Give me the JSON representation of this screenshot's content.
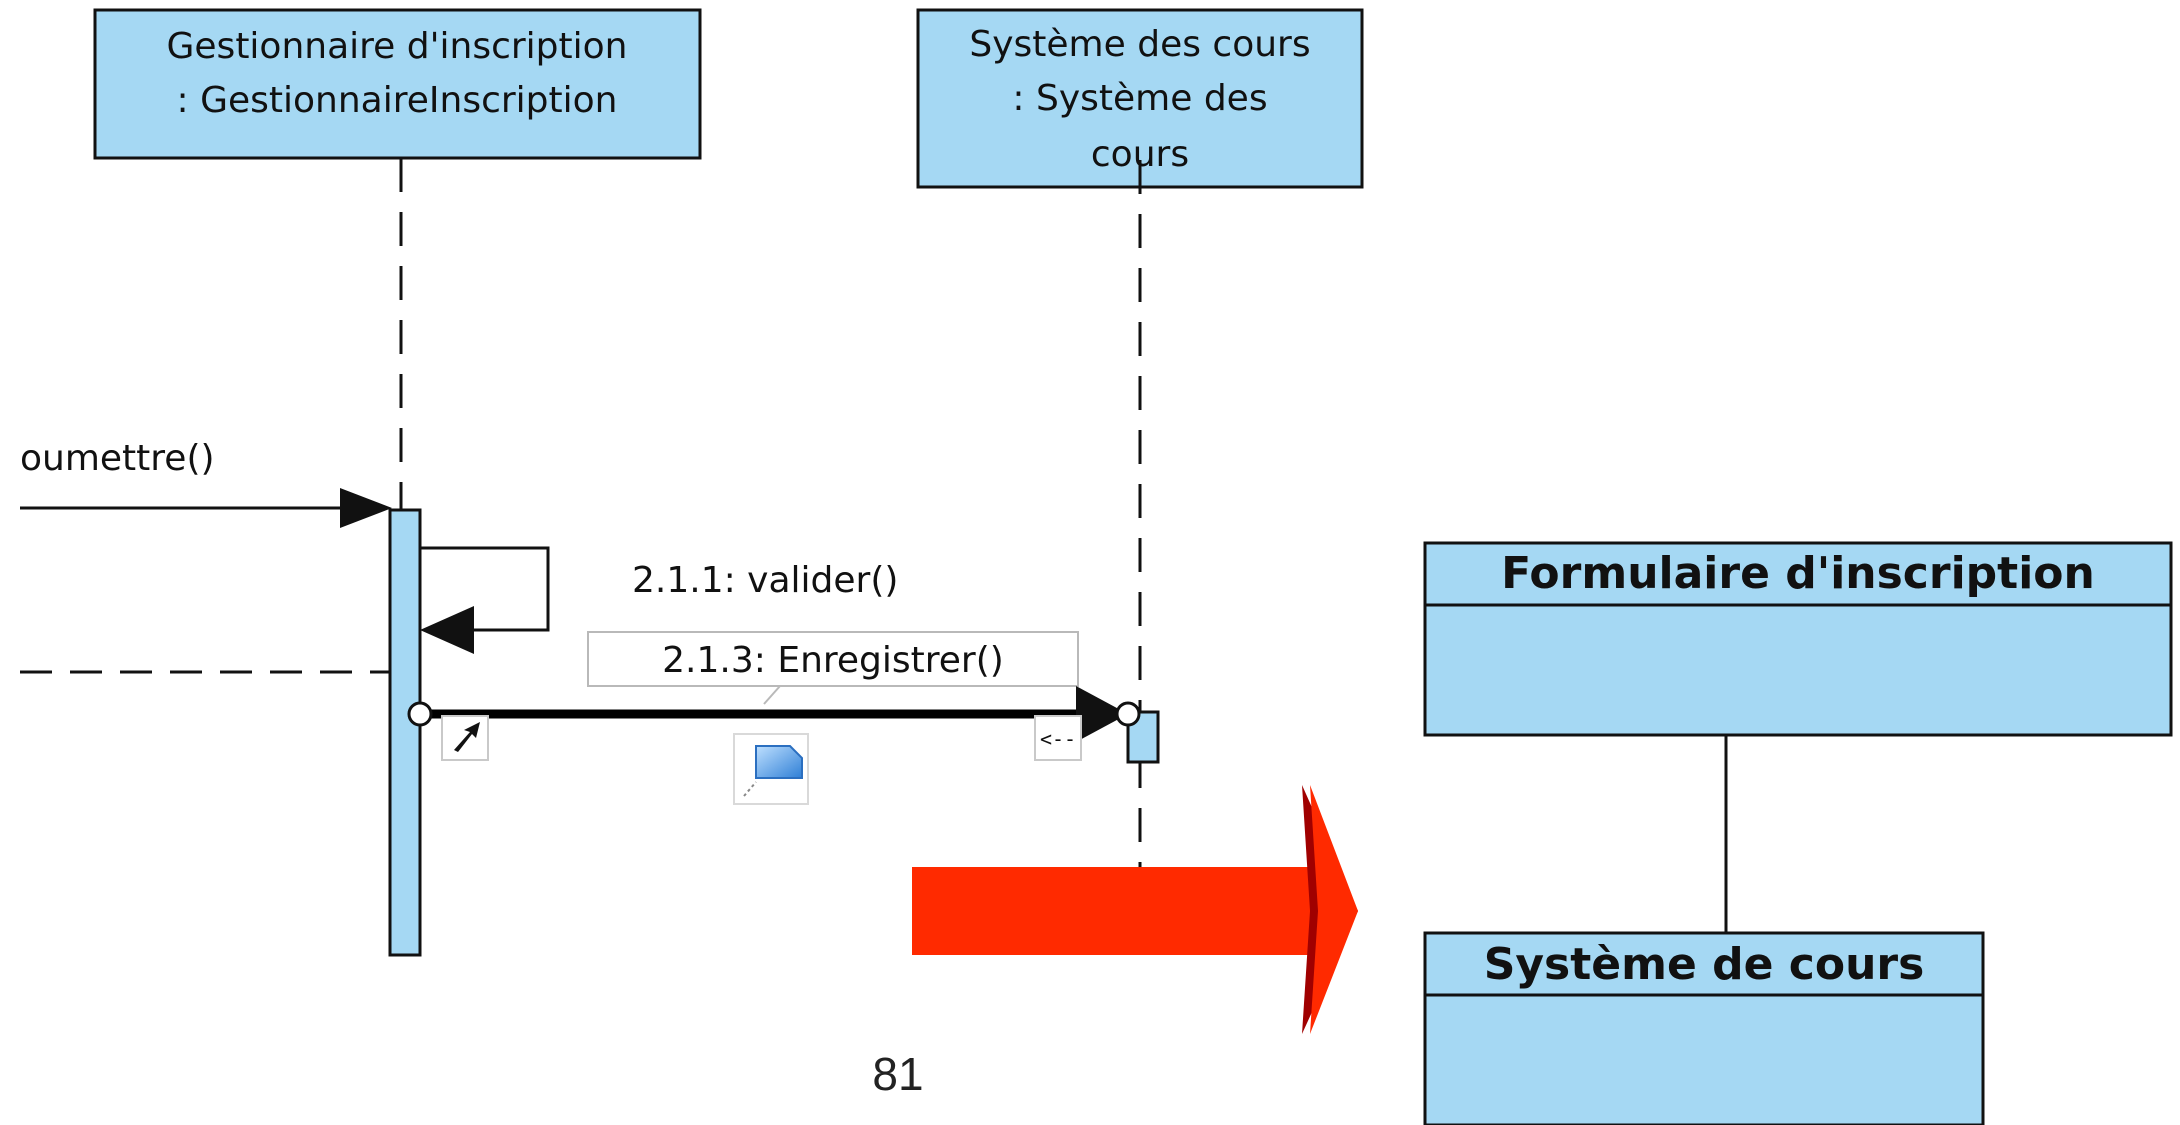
{
  "sequence": {
    "lifelines": [
      {
        "line1": "Gestionnaire d'inscription",
        "line2": ": GestionnaireInscription"
      },
      {
        "line1": "Système des cours",
        "line2": ": Système des",
        "line3": "cours"
      }
    ],
    "messages": {
      "incoming": "oumettre()",
      "self_call": "2.1.1: valider()",
      "call": "2.1.3: Enregistrer()"
    }
  },
  "classes": [
    {
      "name": "Formulaire d'inscription"
    },
    {
      "name": "Système de cours"
    }
  ],
  "page_number": "81",
  "colors": {
    "box_fill": "#a5d8f3",
    "arrow_red": "#ff2a00",
    "arrow_dark_red": "#a00000"
  }
}
